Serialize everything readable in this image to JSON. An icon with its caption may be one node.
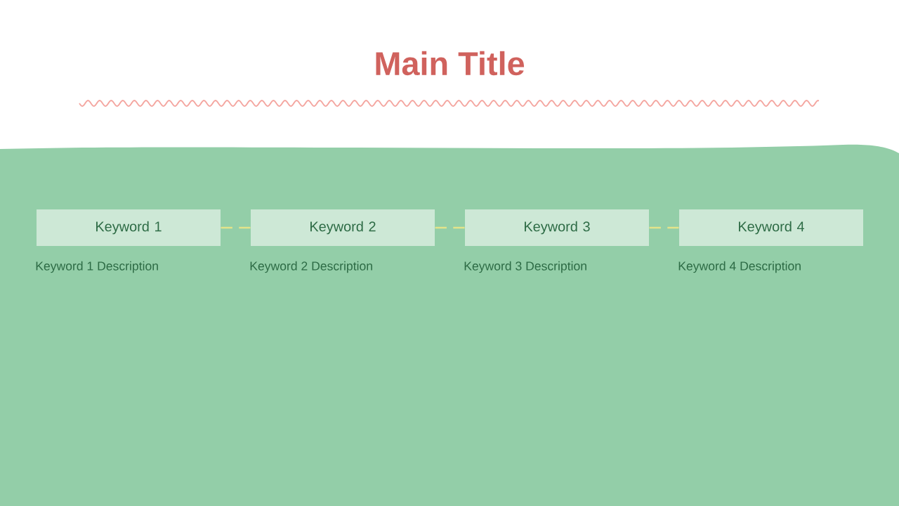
{
  "diagram": {
    "title": "Main Title",
    "nodes": [
      {
        "text": [
          "Keyword 1"
        ],
        "beside": [
          "Keyword 1 Description"
        ]
      },
      {
        "text": [
          "Keyword 2"
        ],
        "beside": [
          "Keyword 2 Description"
        ]
      },
      {
        "text": [
          "Keyword 3"
        ],
        "beside": [
          "Keyword 3 Description"
        ]
      },
      {
        "text": [
          "Keyword 4"
        ],
        "beside": [
          "Keyword 4 Description"
        ]
      }
    ],
    "edges": [
      {
        "from": 0,
        "to": 1,
        "arrow": "none",
        "style": "dashed",
        "color": "#e3e48a"
      },
      {
        "from": 1,
        "to": 2,
        "arrow": "none",
        "style": "dashed",
        "color": "#e3e48a"
      },
      {
        "from": 2,
        "to": 3,
        "arrow": "none",
        "style": "dashed",
        "color": "#e3e48a"
      }
    ]
  }
}
